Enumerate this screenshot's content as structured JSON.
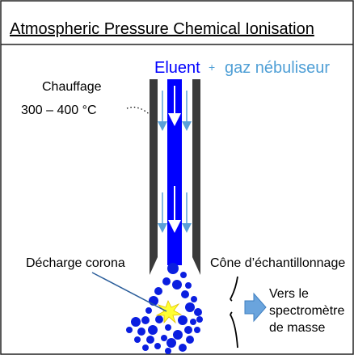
{
  "title": "Atmospheric Pressure Chemical Ionisation",
  "top_labels": {
    "eluent": "Eluent",
    "plus": "+",
    "gas": "gaz nébuliseur"
  },
  "heating": {
    "label": "Chauffage",
    "temperature": "300 – 400 °C"
  },
  "discharge_label": "Décharge corona",
  "cone_label": "Cône d’échantillonnage",
  "destination": {
    "line1": "Vers le",
    "line2": "spectromètre",
    "line3": "de masse"
  },
  "colors": {
    "eluent_blue": "#0000ff",
    "gas_blue": "#4f9fd6",
    "droplet_blue": "#0a1ee0",
    "capillary_grey": "#3a3a3a",
    "spark_yellow": "#ffff33",
    "arrow_blue": "#6aa4dd"
  }
}
